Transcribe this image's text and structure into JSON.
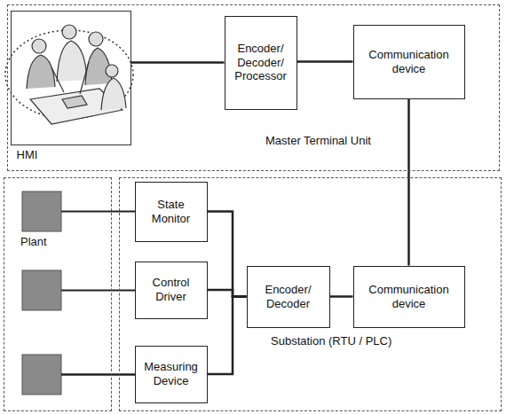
{
  "diagram": {
    "nodes": [
      {
        "text": [
          "Master Terminal Unit"
        ]
      },
      {
        "text": [
          "HMI"
        ],
        "in": 0
      },
      {
        "text": [
          "Encoder/ Decoder/ Processor"
        ],
        "in": 0
      },
      {
        "text": [
          "Communication device"
        ],
        "in": 0
      },
      {
        "text": [
          "Plant"
        ]
      },
      {
        "text": [
          "Substation (RTU / PLC)"
        ]
      },
      {
        "text": [
          "State Monitor"
        ],
        "in": 5
      },
      {
        "text": [
          "Control Driver"
        ],
        "in": 5
      },
      {
        "text": [
          "Measuring Device"
        ],
        "in": 5
      },
      {
        "text": [
          "Encoder/ Decoder"
        ],
        "in": 5
      },
      {
        "text": [
          "Communication device"
        ],
        "in": 5
      }
    ],
    "edges": [
      {
        "from": 1,
        "to": 2,
        "arrow": "none"
      },
      {
        "from": 2,
        "to": 3,
        "arrow": "none"
      },
      {
        "from": 3,
        "to": 10,
        "arrow": "none"
      },
      {
        "from": 6,
        "to": 9,
        "arrow": "none"
      },
      {
        "from": 7,
        "to": 9,
        "arrow": "none"
      },
      {
        "from": 8,
        "to": 9,
        "arrow": "none"
      },
      {
        "from": 9,
        "to": 10,
        "arrow": "none"
      }
    ]
  }
}
